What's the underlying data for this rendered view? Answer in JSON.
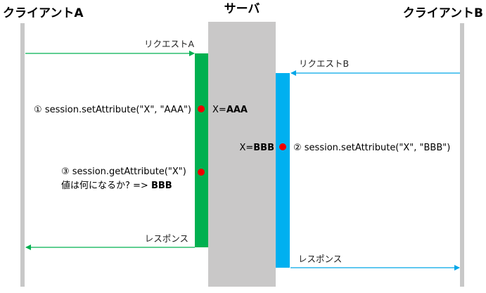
{
  "participants": {
    "client_a": "クライアントA",
    "server": "サーバ",
    "client_b": "クライアントB"
  },
  "messages": {
    "request_a": "リクエストA",
    "request_b": "リクエストB",
    "response_a": "レスポンス",
    "response_b": "レスポンス"
  },
  "annotations": {
    "step1_call": "① session.setAttribute(\"X\", \"AAA\")",
    "step1_prefix": "X=",
    "step1_value": "AAA",
    "step2_call": "② session.setAttribute(\"X\", \"BBB\")",
    "step2_prefix": "X=",
    "step2_value": "BBB",
    "step3_call": "③ session.getAttribute(\"X\")",
    "step3_question": "値は何になるか? => ",
    "step3_answer": "BBB"
  },
  "colors": {
    "lifeline": "#c8c8c8",
    "server_band": "#c9c8c8",
    "thread_a": "#00b050",
    "thread_b": "#00b0f0",
    "marker": "#ee0000",
    "arrow_a": "#00b050",
    "arrow_b": "#00a6e8"
  }
}
